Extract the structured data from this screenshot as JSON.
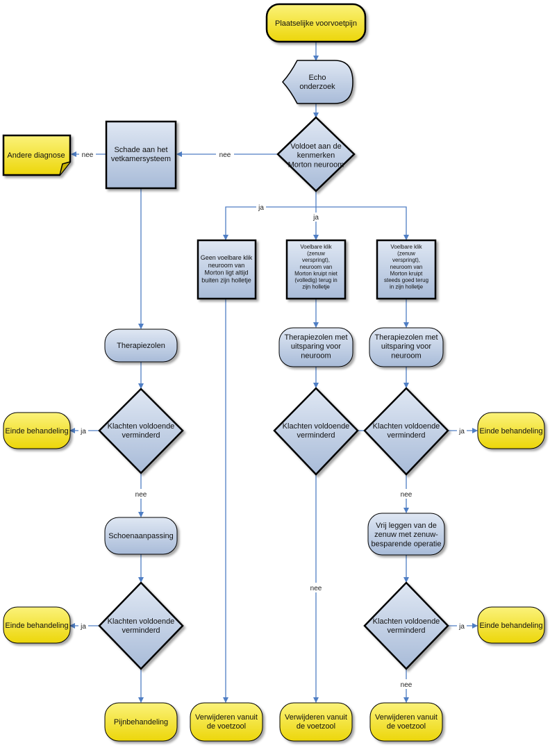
{
  "colors": {
    "yellow_fill": "#f2e21a",
    "blue_fill": "#bfcde3",
    "connector": "#4f7ec4",
    "outline": "#000000"
  },
  "nodes": {
    "start": "Plaatselijke voorvoetpijn",
    "echo": "Echo\nonderzoek",
    "morton_decision": "Voldoet aan de\nkenmerken\nMorton neuroom",
    "schade": "Schade aan het\nvetkamersysteem",
    "andere_diagnose": "Andere diagnose",
    "case1": "Geen voelbare klik\nneuroom van\nMorton ligt altijd\nbuiten zijn holletje",
    "case2": "Voelbare klik\n(zenuw\nverspringt),\nneuroom van\nMorton kruipt niet\n(volledig) terug in\nzijn holletje",
    "case3": "Voelbare klik\n(zenuw\nverspringt),\nneuroom van\nMorton kruipt\nsteeds goed terug\nin zijn holletje",
    "therapiezolen": "Therapiezolen",
    "therapiezolen2": "Therapiezolen met\nuitsparing voor\nneuroom",
    "therapiezolen3": "Therapiezolen met\nuitsparing voor\nneuroom",
    "klachten1": "Klachten voldoende\nverminderd",
    "klachten2": "Klachten voldoende\nverminderd",
    "klachten3": "Klachten voldoende\nverminderd",
    "klachten4": "Klachten voldoende\nverminderd",
    "klachten5": "Klachten voldoende\nverminderd",
    "einde1": "Einde behandeling",
    "einde2": "Einde behandeling",
    "einde3": "Einde behandeling",
    "einde4": "Einde behandeling",
    "schoenaanpassing": "Schoenaanpassing",
    "vrij_leggen": "Vrij leggen van de\nzenuw met zenuw-\nbesparende operatie",
    "pijnbehandeling": "Pijnbehandeling",
    "verwijderen1": "Verwijderen vanuit\nde voetzool",
    "verwijderen2": "Verwijderen vanuit\nde voetzool",
    "verwijderen3": "Verwijderen vanuit\nde voetzool"
  },
  "edge_labels": {
    "nee": "nee",
    "ja": "ja"
  }
}
